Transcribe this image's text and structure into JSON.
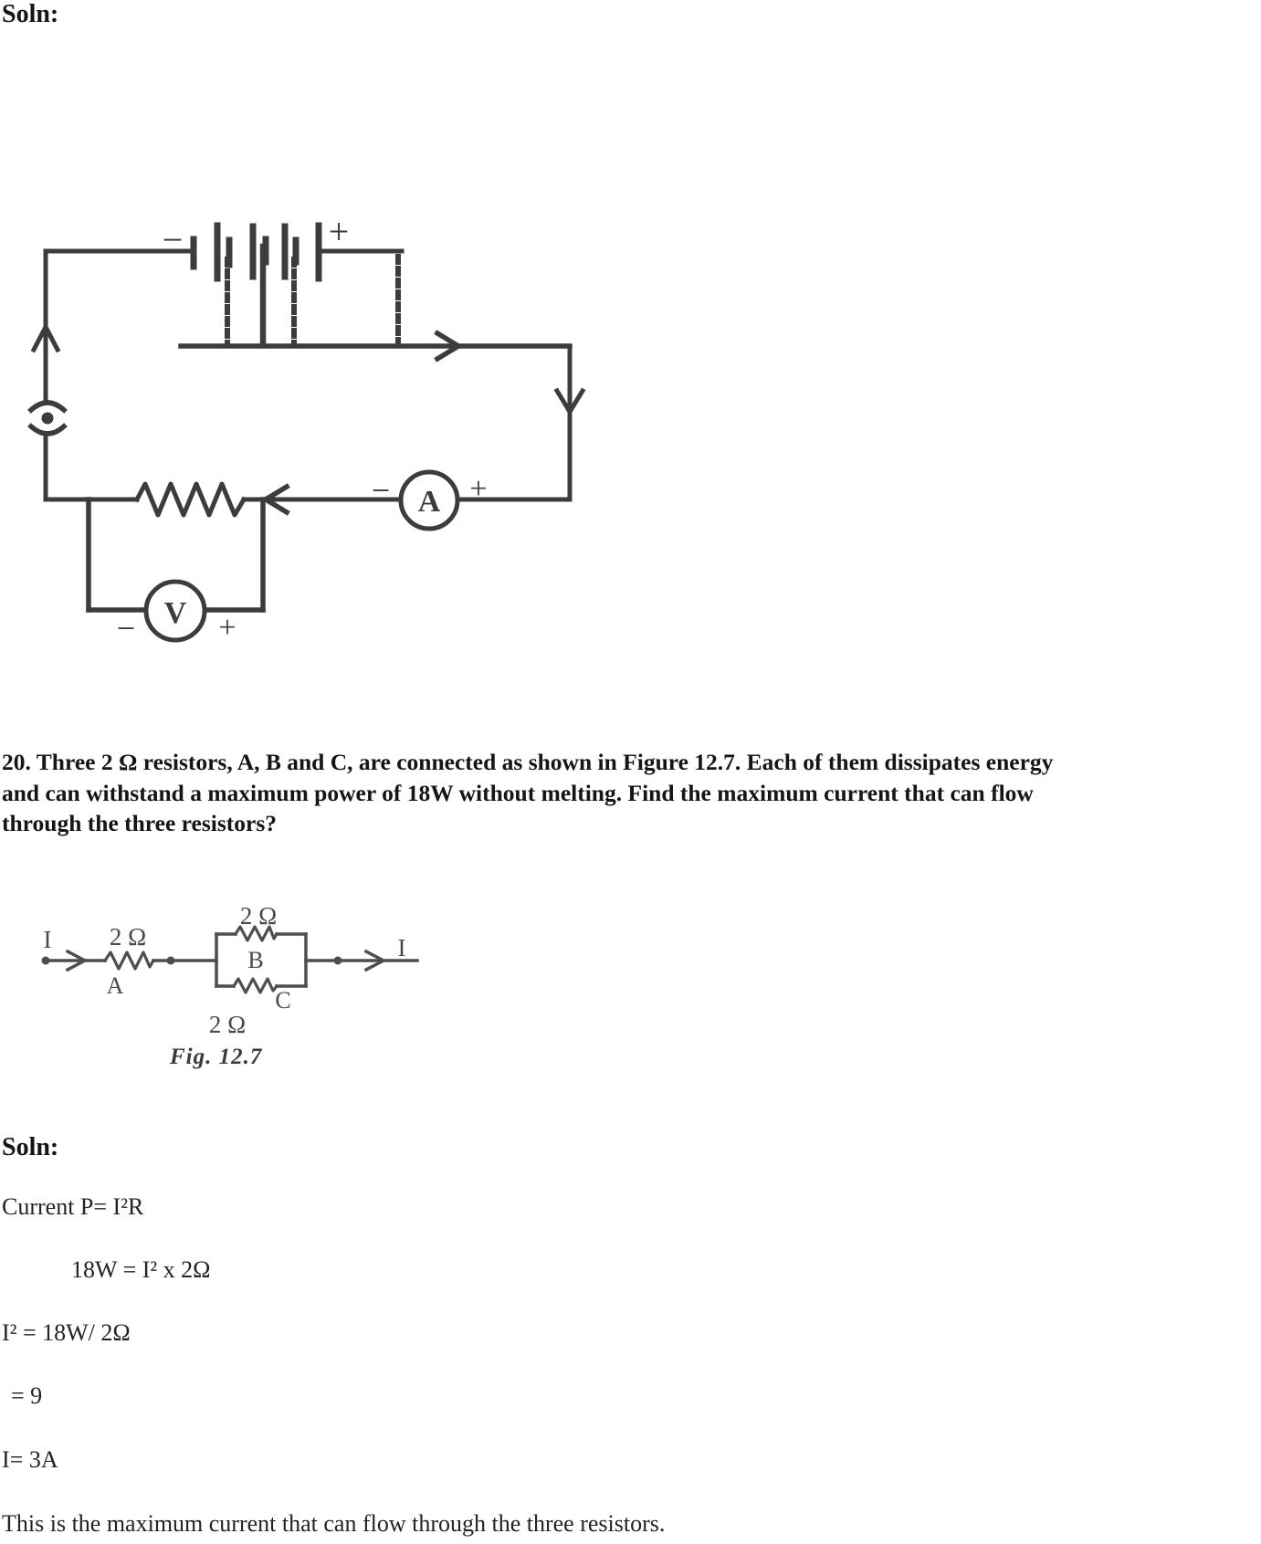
{
  "solution_top": {
    "label": "Soln:"
  },
  "circuit1": {
    "battery_minus": "−",
    "battery_plus": "+",
    "ammeter_letter": "A",
    "ammeter_minus": "−",
    "ammeter_plus": "+",
    "voltmeter_letter": "V",
    "voltmeter_minus": "−",
    "voltmeter_plus": "+"
  },
  "question": {
    "lines": [
      "20. Three 2 Ω resistors, A, B and C, are connected as shown in Figure 12.7. Each of them dissipates energy",
      "and can withstand a maximum power of 18W without melting. Find the maximum current that can flow",
      "through the three resistors?"
    ]
  },
  "figure": {
    "current_in_label": "I",
    "resistor_a_value": "2 Ω",
    "resistor_a_label": "A",
    "resistor_b_value": "2 Ω",
    "resistor_b_label": "B",
    "resistor_c_label": "C",
    "resistor_c_value": "2 Ω",
    "current_out_label": "I",
    "caption": "Fig. 12.7"
  },
  "solution": {
    "label": "Soln:",
    "line1": "Current P= I²R",
    "line2": "18W = I² x 2Ω",
    "line3": "I² = 18W/ 2Ω",
    "line4": "= 9",
    "line5": "I= 3A",
    "conclusion": "This is the maximum current that can flow through the three resistors."
  }
}
